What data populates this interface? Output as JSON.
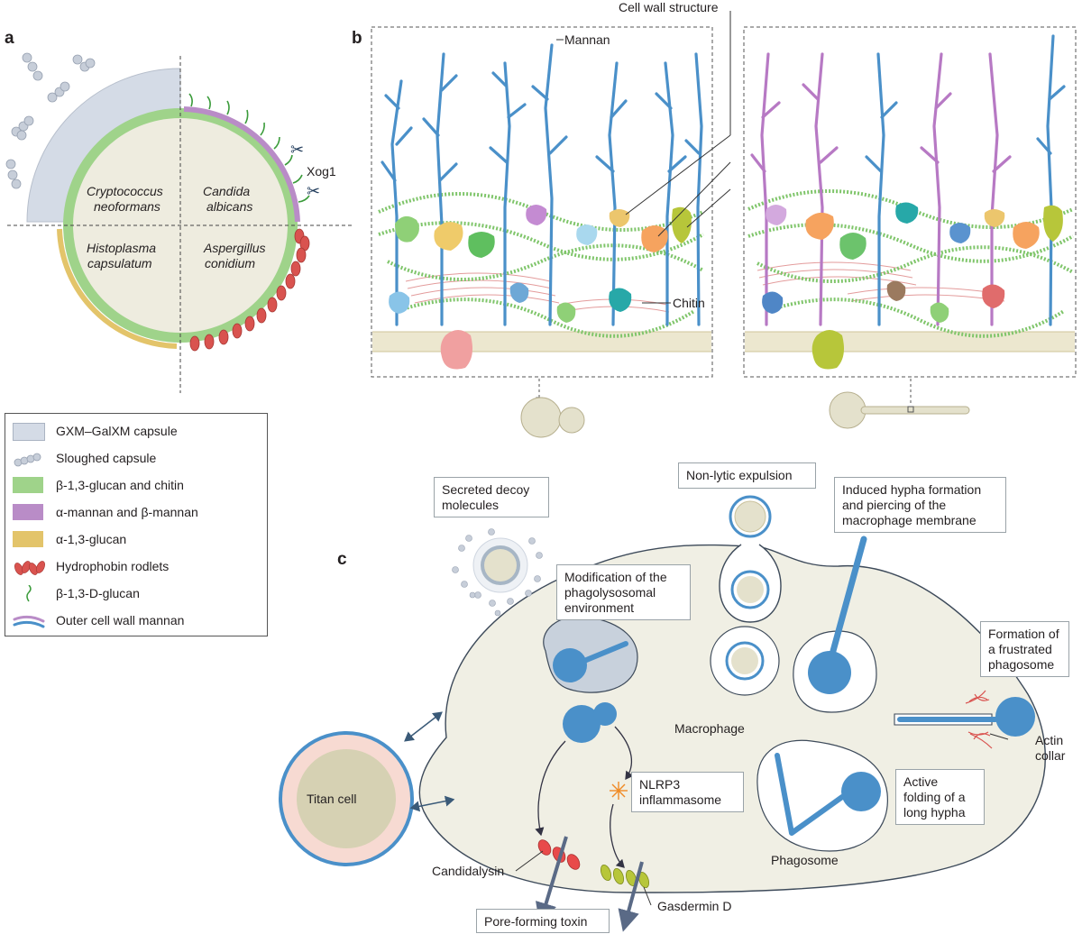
{
  "panels": {
    "a": "a",
    "b": "b",
    "c": "c"
  },
  "panel_a": {
    "species": {
      "cryptococcus": [
        "Cryptococcus",
        "neoformans"
      ],
      "candida": [
        "Candida",
        "albicans"
      ],
      "histoplasma": [
        "Histoplasma",
        "capsulatum"
      ],
      "aspergillus": [
        "Aspergillus",
        "conidium"
      ]
    },
    "xog1": "Xog1"
  },
  "legend": {
    "items": [
      {
        "label": "GXM–GalXM capsule",
        "color": "#d4dbe6"
      },
      {
        "label": "Sloughed capsule",
        "color": "#c7ced9"
      },
      {
        "label": "β-1,3-glucan and chitin",
        "color": "#9fd38a"
      },
      {
        "label": "α-mannan and β-mannan",
        "color": "#b98cc7"
      },
      {
        "label": "α-1,3-glucan",
        "color": "#e3c46a"
      },
      {
        "label": "Hydrophobin rodlets",
        "color": "#d9534f"
      },
      {
        "label": "β-1,3-D-glucan",
        "color": "#4caf50"
      },
      {
        "label": "Outer cell wall mannan",
        "color": "#4a90c9"
      }
    ]
  },
  "panel_b": {
    "title": "Cell wall structure",
    "mannan": "Mannan",
    "chitin": "Chitin"
  },
  "panel_c": {
    "macrophage": "Macrophage",
    "titan_cell": "Titan cell",
    "phagosome": "Phagosome",
    "candidalysin": "Candidalysin",
    "gasdermin": "Gasdermin D",
    "actin_collar": [
      "Actin",
      "collar"
    ],
    "boxes": {
      "decoy": [
        "Secreted decoy",
        "molecules"
      ],
      "expulsion": [
        "Non-lytic expulsion"
      ],
      "hypha_formation": [
        "Induced hypha formation",
        "and piercing of the",
        "macrophage membrane"
      ],
      "phagolysosome": [
        "Modification of the",
        "phagolysosomal",
        "environment"
      ],
      "frustrated": [
        "Formation of",
        "a frustrated",
        "phagosome"
      ],
      "nlrp3": [
        "NLRP3",
        "inflammasome"
      ],
      "folding": [
        "Active",
        "folding of a",
        "long hypha"
      ],
      "pore": [
        "Pore-forming toxin"
      ]
    }
  },
  "colors": {
    "capsule": "#d4dbe6",
    "glucan_chitin": "#9fd38a",
    "mannan_alpha_beta": "#b98cc7",
    "alpha_glucan": "#e3c46a",
    "hydrophobin": "#d9534f",
    "outer_mannan": "#4a90c9",
    "macrophage_fill": "#f0efe4",
    "cell_fill": "#e4e1cc"
  }
}
